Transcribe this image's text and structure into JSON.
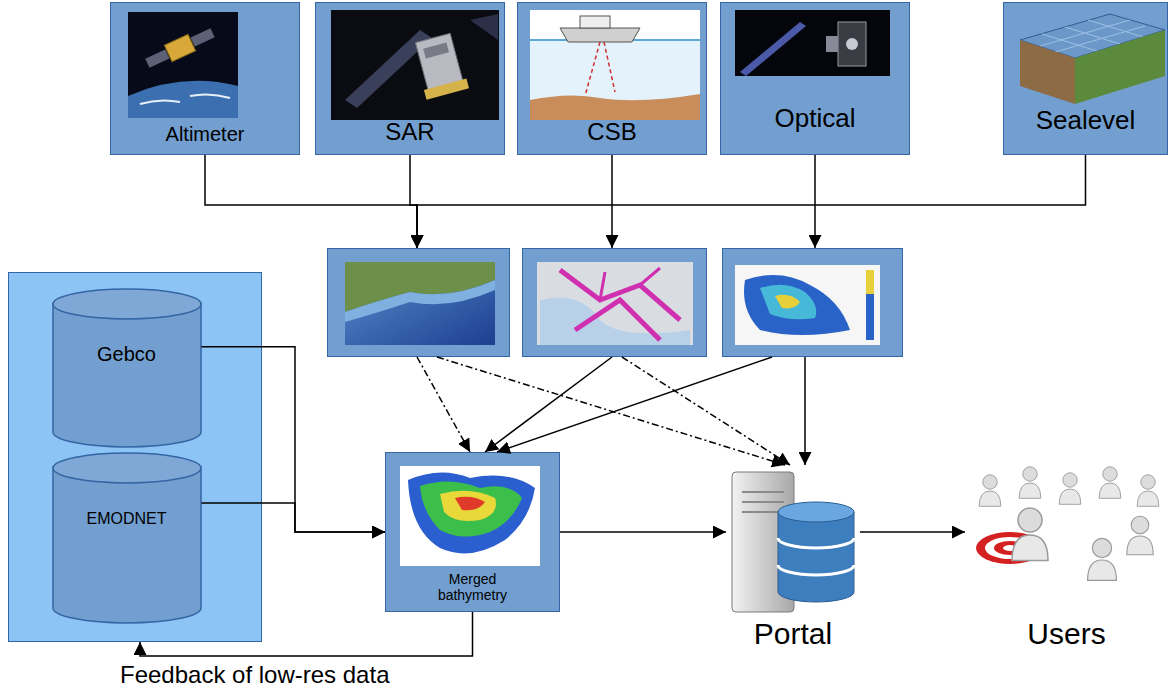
{
  "diagram": {
    "nodes": [
      {
        "text": [
          "Altimeter"
        ]
      },
      {
        "text": [
          "SAR"
        ]
      },
      {
        "text": [
          "CSB"
        ]
      },
      {
        "text": [
          "Optical"
        ]
      },
      {
        "text": [
          "Sealevel"
        ]
      },
      {
        "text": []
      },
      {
        "text": []
      },
      {
        "text": []
      },
      {
        "text": []
      },
      {
        "text": [
          "Gebco"
        ],
        "in": 8
      },
      {
        "text": [
          "EMODNET"
        ],
        "in": 8
      },
      {
        "text": [
          "Merged bathymetry"
        ]
      },
      {
        "text": [
          "Portal"
        ]
      },
      {
        "text": [
          "Users"
        ]
      }
    ],
    "edges": [
      {
        "from": 0,
        "to": 5,
        "arrow": "to"
      },
      {
        "from": 1,
        "to": 5,
        "arrow": "to"
      },
      {
        "from": 4,
        "to": 5,
        "arrow": "to"
      },
      {
        "from": 2,
        "to": 6,
        "arrow": "to"
      },
      {
        "from": 3,
        "to": 7,
        "arrow": "to"
      },
      {
        "from": 5,
        "to": 11,
        "arrow": "to"
      },
      {
        "from": 5,
        "to": 12,
        "arrow": "to"
      },
      {
        "from": 6,
        "to": 11,
        "arrow": "to"
      },
      {
        "from": 6,
        "to": 12,
        "arrow": "to"
      },
      {
        "from": 7,
        "to": 11,
        "arrow": "to"
      },
      {
        "from": 7,
        "to": 12,
        "arrow": "to"
      },
      {
        "from": 9,
        "to": 11,
        "arrow": "to"
      },
      {
        "from": 10,
        "to": 11,
        "arrow": "to"
      },
      {
        "from": 11,
        "to": 12,
        "arrow": "to"
      },
      {
        "from": 12,
        "to": 13,
        "arrow": "to"
      },
      {
        "from": 11,
        "to": 8,
        "label": "Feedback of low-res data",
        "arrow": "to"
      }
    ]
  }
}
